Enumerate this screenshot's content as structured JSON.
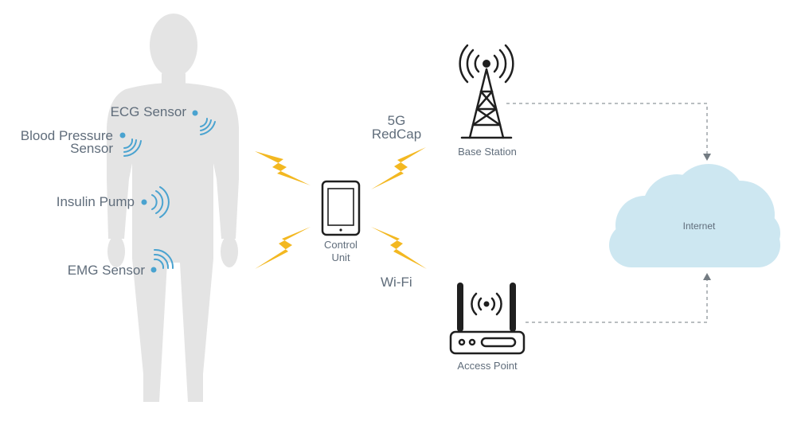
{
  "sensors": {
    "ecg": "ECG Sensor",
    "blood_pressure_line1": "Blood Pressure",
    "blood_pressure_line2": "Sensor",
    "insulin": "Insulin Pump",
    "emg": "EMG Sensor"
  },
  "control_unit": {
    "line1": "Control",
    "line2": "Unit"
  },
  "links": {
    "cellular_line1": "5G",
    "cellular_line2": "RedCap",
    "wifi": "Wi-Fi"
  },
  "base_station": "Base Station",
  "access_point": "Access Point",
  "internet": "Internet",
  "colors": {
    "body": "#e4e4e4",
    "sensor": "#4aa3d0",
    "bolt": "#f3b821",
    "cloud": "#cde7f1",
    "text": "#606d7b",
    "dashed": "#8f969c",
    "device": "#1f1f1f"
  },
  "icons": [
    "human-silhouette",
    "signal-waves-icon",
    "lightning-bolt-icon",
    "tablet-icon",
    "cell-tower-icon",
    "wifi-router-icon",
    "cloud-icon"
  ]
}
